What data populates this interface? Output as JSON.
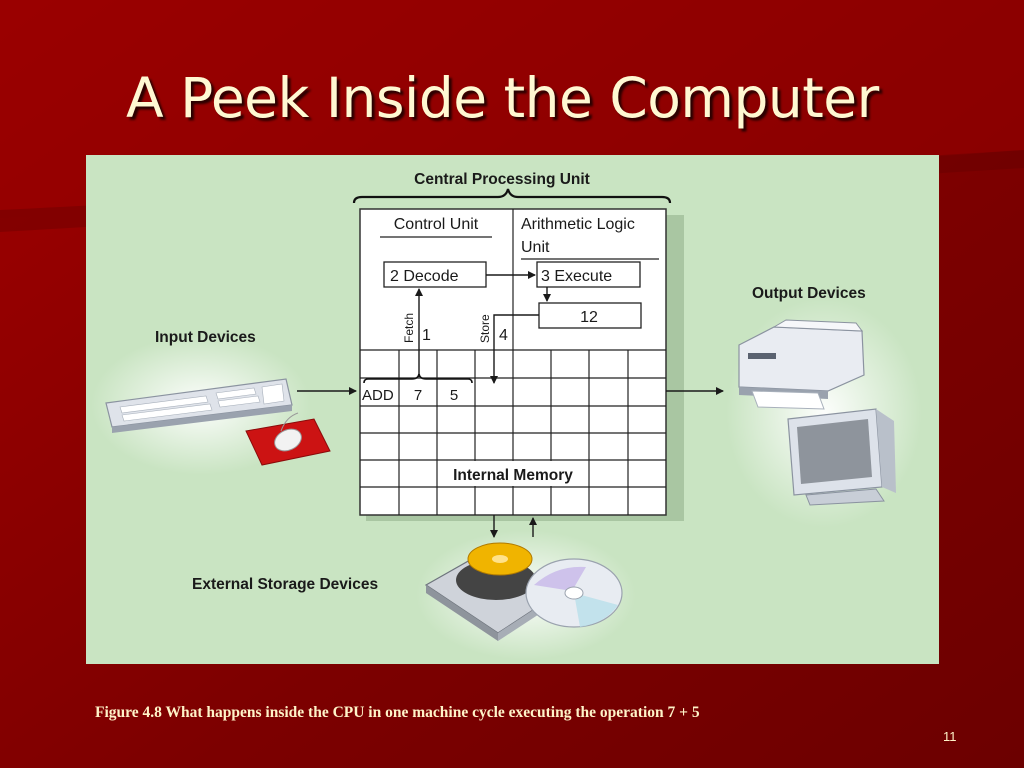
{
  "slide": {
    "title": "A Peek Inside the Computer",
    "caption": "Figure 4.8 What happens inside the CPU in one machine cycle executing the operation 7 + 5",
    "slide_number": "11"
  },
  "diagram": {
    "cpu_label": "Central Processing Unit",
    "control_unit_label": "Control Unit",
    "alu_label_line1": "Arithmetic Logic",
    "alu_label_line2": "Unit",
    "decode_label": "2  Decode",
    "execute_label": "3  Execute",
    "result_value": "12",
    "fetch_label": "Fetch",
    "fetch_step": "1",
    "store_label": "Store",
    "store_step": "4",
    "memory_cells": [
      "ADD",
      "7",
      "5"
    ],
    "internal_memory_label": "Internal Memory",
    "input_devices_label": "Input Devices",
    "output_devices_label": "Output Devices",
    "storage_label": "External Storage Devices"
  },
  "colors": {
    "slide_background": "#7a0000",
    "title_text": "#fff8d2",
    "panel_background": "#c9e4c2",
    "caption_text": "#fff3c8"
  }
}
